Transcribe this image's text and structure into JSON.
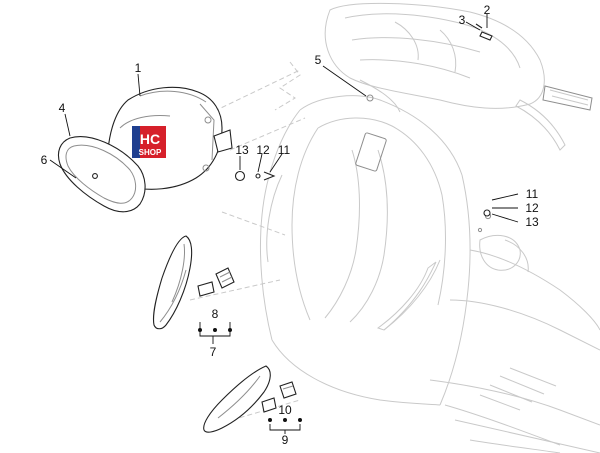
{
  "labels": {
    "l1": "1",
    "l2": "2",
    "l3": "3",
    "l4": "4",
    "l5": "5",
    "l6": "6",
    "l7": "7",
    "l8": "8",
    "l9": "9",
    "l10": "10",
    "l11a": "11",
    "l12a": "12",
    "l13a": "13",
    "l11b": "11",
    "l12b": "12",
    "l13b": "13"
  },
  "logo": {
    "top": "HC",
    "bottom": "SHOP"
  },
  "colors": {
    "logo_red": "#d6202a",
    "logo_blue": "#1f3f8f",
    "line_dark": "#222222",
    "line_faint": "#c9c9c9"
  }
}
